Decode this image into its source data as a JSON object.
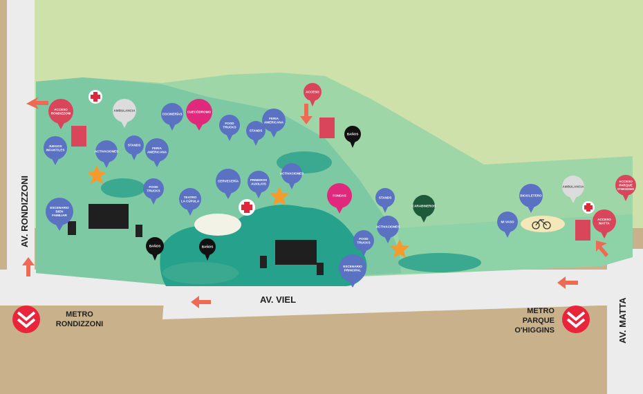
{
  "colors": {
    "ground": "#c9b28b",
    "road": "#ececec",
    "park_light": "#cfe1aa",
    "park_mid": "#74c8a6",
    "park_dark": "#27a08a",
    "pin_blue": "#5b72c2",
    "pin_red": "#d9465c",
    "pin_pink": "#e0287d",
    "pin_black": "#111111",
    "pin_grey": "#dcdcdc",
    "pin_green": "#1e5a3a",
    "arrow": "#ee6a55",
    "metro": "#e8253b",
    "star": "#f59b2e"
  },
  "streets": {
    "rondizzoni": "AV. RONDIZZONI",
    "viel": "AV. VIEL",
    "matta": "AV. MATTA"
  },
  "metro": {
    "rondizzoni": [
      "METRO",
      "RONDIZZONI"
    ],
    "parque": [
      "METRO",
      "PARQUE",
      "O'HIGGINS"
    ]
  },
  "pins": {
    "acceso_rondizzoni": [
      "ACCESO",
      "RONDIZZONI"
    ],
    "ambulancia_left": [
      "AMBULANCIA"
    ],
    "cocinerias": [
      "COCINERÍAS"
    ],
    "cuecodromo": [
      "CUECÓDROMO"
    ],
    "food_trucks_top": [
      "FOOD",
      "TRUCKS"
    ],
    "stands_top": [
      "STANDS"
    ],
    "feria_top": [
      "FERIA",
      "AMERICANA"
    ],
    "acceso_top": [
      "ACCESO"
    ],
    "banos_top": [
      "BAÑOS"
    ],
    "juegos": [
      "JUEGOS",
      "INFANTILES"
    ],
    "activaciones_left": [
      "ACTIVACIONES"
    ],
    "stands_left": [
      "STANDS"
    ],
    "feria_left": [
      "FERIA",
      "AMERICANA"
    ],
    "food_trucks_left": [
      "FOOD",
      "TRUCKS"
    ],
    "teatro": [
      "TEATRO",
      "LA CÚPULA"
    ],
    "cerveceria": [
      "CERVECERÍA"
    ],
    "primeros": [
      "PRIMEROS",
      "AUXILIOS"
    ],
    "activaciones_mid": [
      "ACTIVACIONES"
    ],
    "fondas": [
      "FONDAS"
    ],
    "stands_right": [
      "STANDS"
    ],
    "activaciones_right": [
      "ACTIVACIONES"
    ],
    "food_trucks_right": [
      "FOOD",
      "TRUCKS"
    ],
    "carabineros": [
      "CARABINEROS"
    ],
    "escenario_familiar": [
      "ESCENARIO",
      "BIEN",
      "FAMILIAR"
    ],
    "banos_left": [
      "BAÑOS"
    ],
    "banos_mid": [
      "BAÑOS"
    ],
    "escenario_principal": [
      "ESCENARIO",
      "PRINCIPAL"
    ],
    "mi_vaso": [
      "MI VASO"
    ],
    "bicicletero": [
      "BICICLETERO"
    ],
    "ambulancia_right": [
      "AMBULANCIA"
    ],
    "acceso_parque": [
      "ACCESO",
      "PARQUE",
      "O'HIGGINS"
    ],
    "acceso_matta": [
      "ACCESO",
      "MATTA"
    ]
  }
}
